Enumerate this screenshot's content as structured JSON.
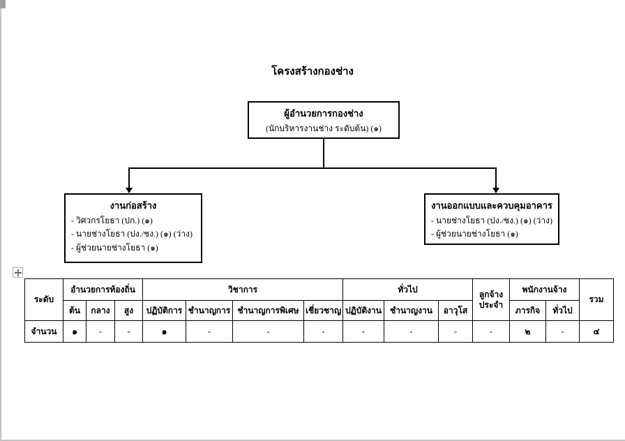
{
  "colors": {
    "line": "#000000",
    "background": "#ffffff",
    "text": "#000000"
  },
  "doc": {
    "title": "โครงสร้างกองช่าง"
  },
  "org_chart": {
    "root": {
      "title": "ผู้อำนวยการกองช่าง",
      "subtitle": "(นักบริหารงานช่าง ระดับต้น) (๑)"
    },
    "children": [
      {
        "title": "งานก่อสร้าง",
        "items": [
          "- วิศวกรโยธา (ปก.) (๑)",
          "- นายช่างโยธา (ปง./ชง.) (๑) (ว่าง)",
          "- ผู้ช่วยนายช่างโยธา (๑)"
        ]
      },
      {
        "title": "งานออกแบบและควบคุมอาคาร",
        "items": [
          "- นายช่างโยธา (ปง./ชง.) (๑) (ว่าง)",
          "- ผู้ช่วยนายช่างโยธา (๑)"
        ]
      }
    ]
  },
  "table": {
    "handle_icon": "move-handle-icon",
    "corner": "ระดับ",
    "group_headers": {
      "local_admin": "อำนวยการท้องถิ่น",
      "academic": "วิชาการ",
      "general": "ทั่วไป",
      "permanent": {
        "line1": "ลูกจ้าง",
        "line2": "ประจำ"
      },
      "hired": "พนักงานจ้าง",
      "total": "รวม"
    },
    "sub_headers": [
      "ต้น",
      "กลาง",
      "สูง",
      "ปฏิบัติการ",
      "ชำนาญการ",
      "ชำนาญการพิเศษ",
      "เชี่ยวชาญ",
      "ปฏิบัติงาน",
      "ชำนาญงาน",
      "อาวุโส",
      "ภารกิจ",
      "ทั่วไป"
    ],
    "row_label": "จำนวน",
    "values": [
      "๑",
      "-",
      "-",
      "๑",
      "-",
      "-",
      "-",
      "-",
      "-",
      "-",
      "-",
      "๒",
      "-",
      "๔"
    ]
  }
}
